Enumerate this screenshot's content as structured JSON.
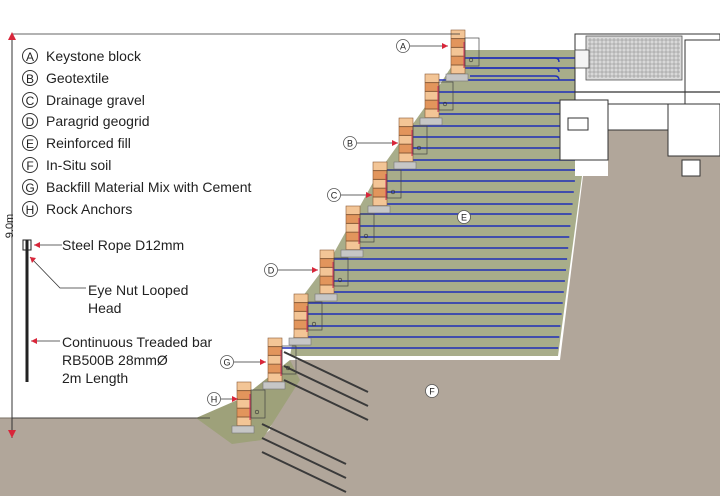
{
  "legend": [
    {
      "key": "A",
      "label": "Keystone block"
    },
    {
      "key": "B",
      "label": "Geotextile"
    },
    {
      "key": "C",
      "label": "Drainage gravel"
    },
    {
      "key": "D",
      "label": "Paragrid geogrid"
    },
    {
      "key": "E",
      "label": "Reinforced fill"
    },
    {
      "key": "F",
      "label": "In-Situ soil"
    },
    {
      "key": "G",
      "label": "Backfill Material Mix with Cement"
    },
    {
      "key": "H",
      "label": "Rock Anchors"
    }
  ],
  "dimension": "9.0m",
  "anchor_notes": {
    "steel_rope": "Steel Rope D12mm",
    "eye_nut": "Eye Nut Looped\nHead",
    "bar": "Continuous Treaded bar\nRB500B 28mmØ\n2m Length"
  },
  "callouts": {
    "a": "A",
    "b": "B",
    "c": "C",
    "d": "D",
    "e": "E",
    "f": "F",
    "g": "G",
    "h": "H"
  },
  "colors": {
    "soil": "#b1a69a",
    "fill": "#a8ad8a",
    "block_light": "#f3c596",
    "block_dark": "#e2955c",
    "geogrid": "#1f2fb8",
    "arrow": "#d8263a",
    "base": "#c6c6c6",
    "line": "#333333"
  }
}
